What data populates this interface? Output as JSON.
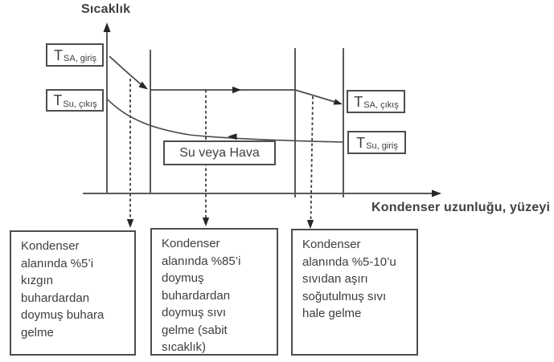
{
  "diagram": {
    "y_axis_label": "Sıcaklık",
    "x_axis_label": "Kondenser uzunluğu, yüzeyi",
    "medium_label": "Su veya Hava",
    "curve_labels": {
      "sa_giris": {
        "main": "T",
        "sub": "SA, giriş"
      },
      "su_cikis": {
        "main": "T",
        "sub": "Su, çıkış"
      },
      "sa_cikis": {
        "main": "T",
        "sub": "SA, çıkış"
      },
      "su_giris": {
        "main": "T",
        "sub": "Su, giriş"
      }
    },
    "zones": [
      {
        "text": "Kondenser\nalanında %5’i\nkızgın\nbuhardardan\ndoymuş buhara\ngelme"
      },
      {
        "text": "Kondenser\nalanında %85’i\ndoymuş\nbuhardardan\ndoymuş sıvı\ngelme (sabit\nsıcaklık)"
      },
      {
        "text": "Kondenser\nalanında %5-10’u\nsıvıdan aşırı\nsoğutulmuş sıvı\nhale gelme"
      }
    ],
    "colors": {
      "line": "#595959",
      "curve": "#4a4a4a",
      "arrow": "#262626",
      "text": "#404040",
      "background": "#ffffff"
    }
  }
}
